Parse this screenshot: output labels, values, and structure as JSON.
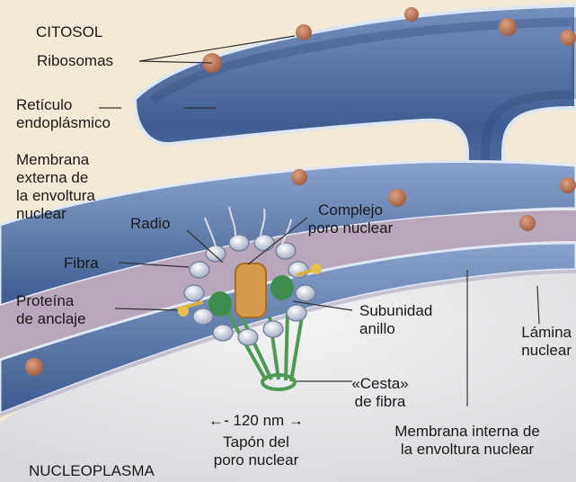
{
  "labels": {
    "citosol": "CITOSOL",
    "ribosomas": "Ribosomas",
    "reticulo": [
      "Retículo",
      "endoplásmico"
    ],
    "membrana_externa": [
      "Membrana",
      "externa de",
      "la envoltura",
      "nuclear"
    ],
    "radio": "Radio",
    "complejo": [
      "Complejo",
      "poro nuclear"
    ],
    "fibra": "Fibra",
    "proteina": [
      "Proteína",
      "de anclaje"
    ],
    "subunidad": [
      "Subunidad",
      "anillo"
    ],
    "lamina": [
      "Lámina",
      "nuclear"
    ],
    "cesta": [
      "«Cesta»",
      "de fibra"
    ],
    "escala": "←- 120 nm →",
    "tapon": [
      "Tapón del",
      "poro nuclear"
    ],
    "membrana_interna": [
      "Membrana interna de",
      "la envoltura nuclear"
    ],
    "nucleoplasma": "NUCLEOPLASMA"
  },
  "colors": {
    "cytosol": "#f2ead6",
    "membrane_blue": "#4c6a9e",
    "lumen_pink": "#b4a2b6",
    "nucleoplasm": "#e7e6e8",
    "ribosome": "#b8735a",
    "pore_green": "#3d8a4a",
    "pore_orange": "#d89a4a"
  }
}
